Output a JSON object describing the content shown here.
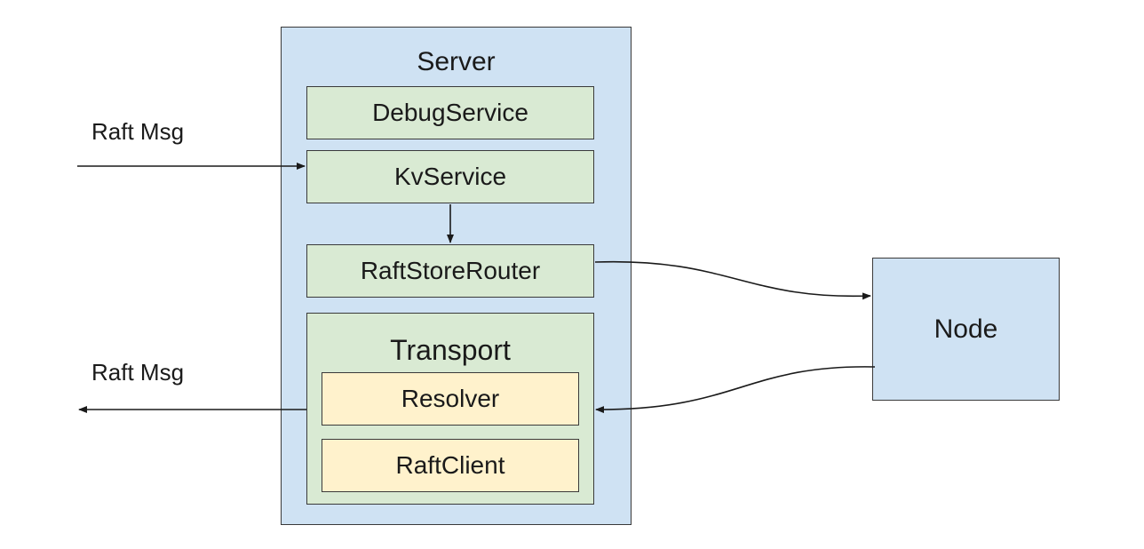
{
  "diagram": {
    "server": {
      "title": "Server"
    },
    "components": {
      "debug_service": "DebugService",
      "kv_service": "KvService",
      "raft_store_router": "RaftStoreRouter",
      "transport": "Transport",
      "resolver": "Resolver",
      "raft_client": "RaftClient"
    },
    "node": "Node",
    "labels": {
      "incoming_msg": "Raft Msg",
      "outgoing_msg": "Raft Msg"
    }
  }
}
